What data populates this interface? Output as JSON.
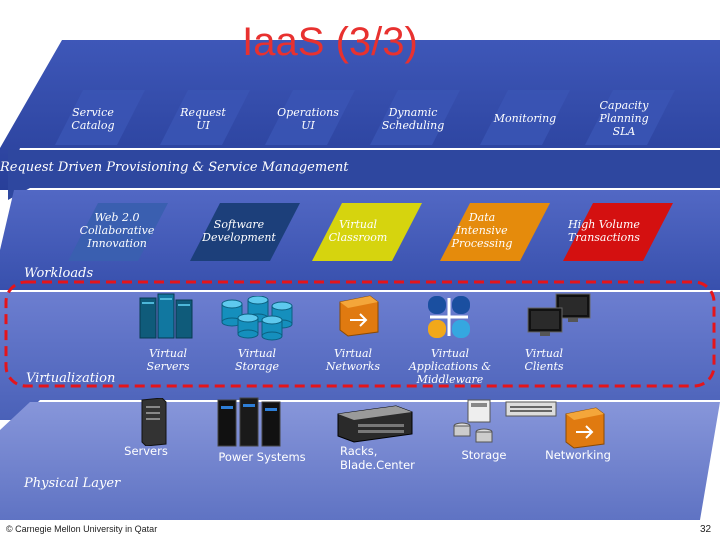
{
  "slide": {
    "title": "IaaS (3/3)",
    "copyright": "© Carnegie Mellon University in Qatar",
    "page_number": "32"
  },
  "top_row": [
    "Service Catalog",
    "Request UI",
    "Operations UI",
    "Dynamic Scheduling",
    "Monitoring",
    "Capacity Planning SLA"
  ],
  "provisioning_label": "Request Driven Provisioning & Service Management",
  "workloads": {
    "items": [
      "Web 2.0 Collaborative Innovation",
      "Software Development",
      "Virtual Classroom",
      "Data Intensive Processing",
      "High Volume Transactions"
    ],
    "label": "Workloads",
    "colors": [
      "#3a5fb0",
      "#1c3f7a",
      "#d6d40e",
      "#e58b0c",
      "#d41010"
    ]
  },
  "virtualization": {
    "label": "Virtualization",
    "items": [
      "Virtual Servers",
      "Virtual Storage",
      "Virtual Networks",
      "Virtual Applications & Middleware",
      "Virtual Clients"
    ],
    "highlight_color": "#e5141b"
  },
  "physical": {
    "label": "Physical Layer",
    "items": [
      "Servers",
      "Power Systems",
      "Racks, Blade.Center",
      "Storage",
      "Networking"
    ]
  }
}
